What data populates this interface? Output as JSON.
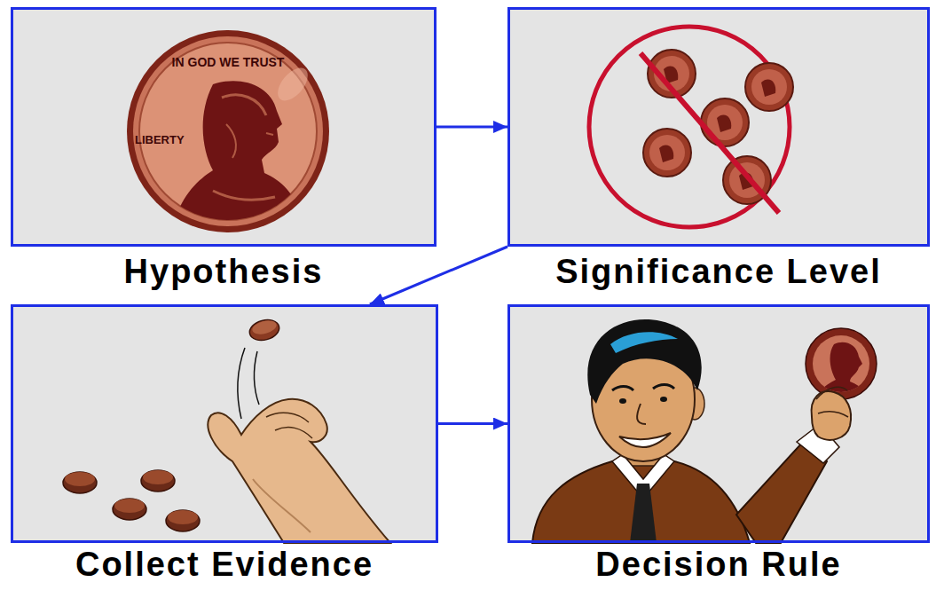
{
  "diagram": {
    "nodes": [
      {
        "text": [
          "Hypothesis"
        ]
      },
      {
        "text": [
          "Significance Level"
        ]
      },
      {
        "text": [
          "Collect Evidence"
        ]
      },
      {
        "text": [
          "Decision Rule"
        ]
      }
    ],
    "edges": [
      {
        "from": 0,
        "to": 1,
        "arrow": "to"
      },
      {
        "from": 1,
        "to": 2,
        "arrow": "to"
      },
      {
        "from": 2,
        "to": 3,
        "arrow": "to"
      }
    ],
    "labels": [
      "IN GOD WE TRUST",
      "LIBERTY"
    ]
  }
}
